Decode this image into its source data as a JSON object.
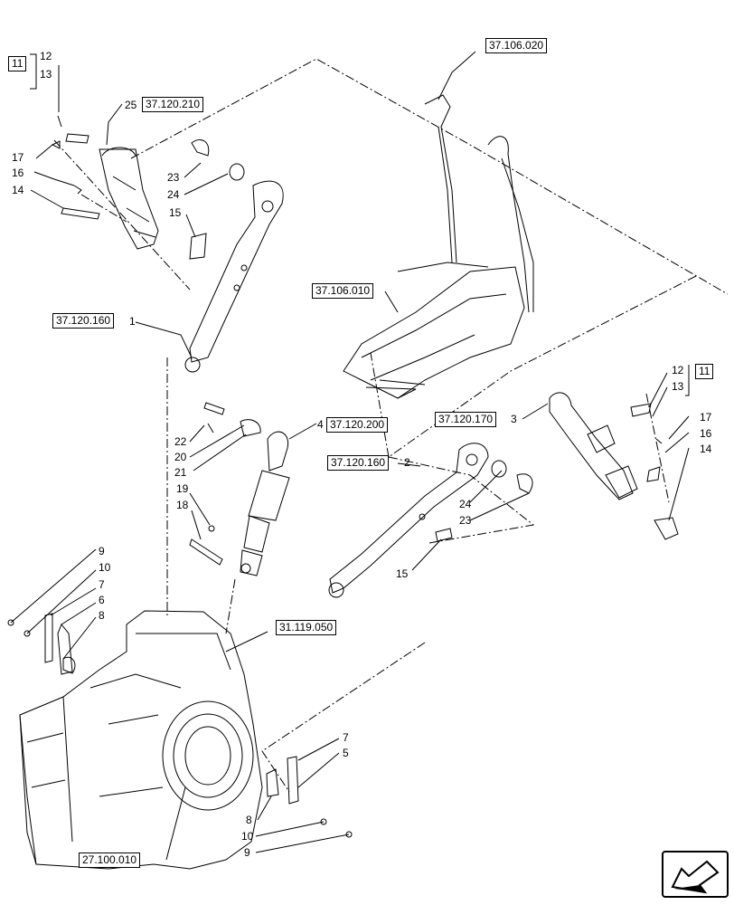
{
  "diagram": {
    "references": {
      "ref_37_106_020": "37.106.020",
      "ref_37_120_210": "37.120.210",
      "ref_37_106_010": "37.106.010",
      "ref_37_120_160_a": "37.120.160",
      "ref_37_120_200": "37.120.200",
      "ref_37_120_170": "37.120.170",
      "ref_37_120_160_b": "37.120.160",
      "ref_31_119_050": "31.119.050",
      "ref_27_100_010": "27.100.010"
    },
    "boxed_numbers": {
      "left": "11",
      "right": "11"
    },
    "callouts": {
      "c12_tl": "12",
      "c13_tl": "13",
      "c25": "25",
      "c17_tl": "17",
      "c16_tl": "16",
      "c14_tl": "14",
      "c23_tl": "23",
      "c24_tl": "24",
      "c15_tl": "15",
      "c1": "1",
      "c22": "22",
      "c20": "20",
      "c21": "21",
      "c4": "4",
      "c19": "19",
      "c18": "18",
      "c9_l": "9",
      "c10_l": "10",
      "c7_l": "7",
      "c6": "6",
      "c8_l": "8",
      "c2": "2",
      "c24_r": "24",
      "c23_r": "23",
      "c15_r": "15",
      "c3": "3",
      "c12_r": "12",
      "c13_r": "13",
      "c17_r": "17",
      "c16_r": "16",
      "c14_r": "14",
      "c7_b": "7",
      "c5": "5",
      "c8_b": "8",
      "c10_b": "10",
      "c9_b": "9"
    },
    "nav_icon": "arrow-back-icon"
  }
}
